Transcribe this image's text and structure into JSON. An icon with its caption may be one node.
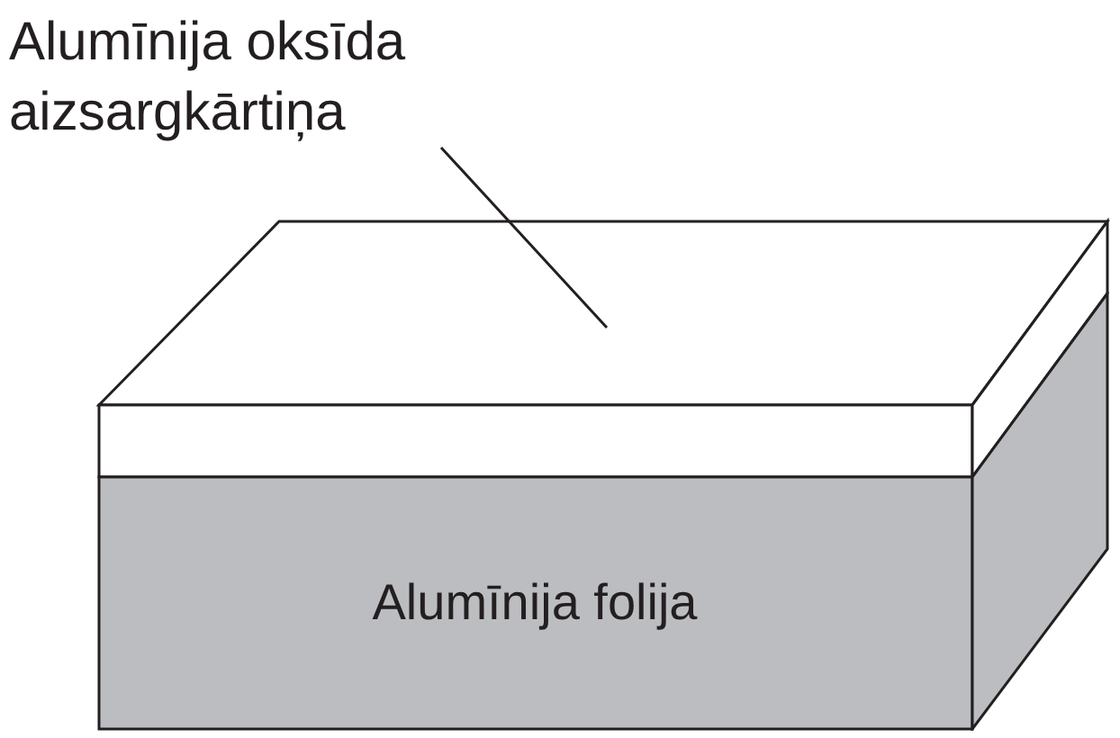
{
  "diagram": {
    "nodes": [
      {
        "text": [
          "Alumīnija oksīda aizsargkārtiņa"
        ]
      },
      {
        "text": [],
        "shape": "box"
      },
      {
        "text": [
          "Alumīnija folija"
        ]
      }
    ],
    "edges": [
      {
        "from": 0,
        "to": 1,
        "arrow": "none"
      }
    ]
  }
}
